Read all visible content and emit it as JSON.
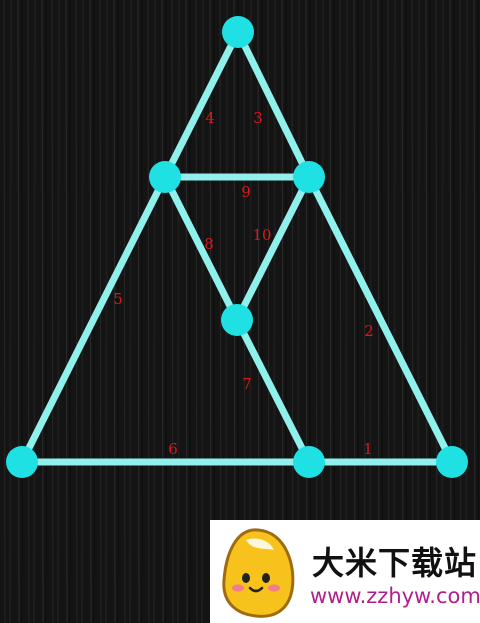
{
  "puzzle": {
    "stick_color": "#8ff0ec",
    "node_color": "#1fe0e3",
    "label_color": "#e0151b",
    "background_color": "#161616",
    "stick_labels": [
      "1",
      "2",
      "3",
      "4",
      "5",
      "6",
      "7",
      "8",
      "9",
      "10"
    ]
  },
  "watermark": {
    "title": "大米下载站",
    "url": "www.zzhyw.com",
    "title_color": "#111111",
    "url_color": "#b0208a"
  }
}
